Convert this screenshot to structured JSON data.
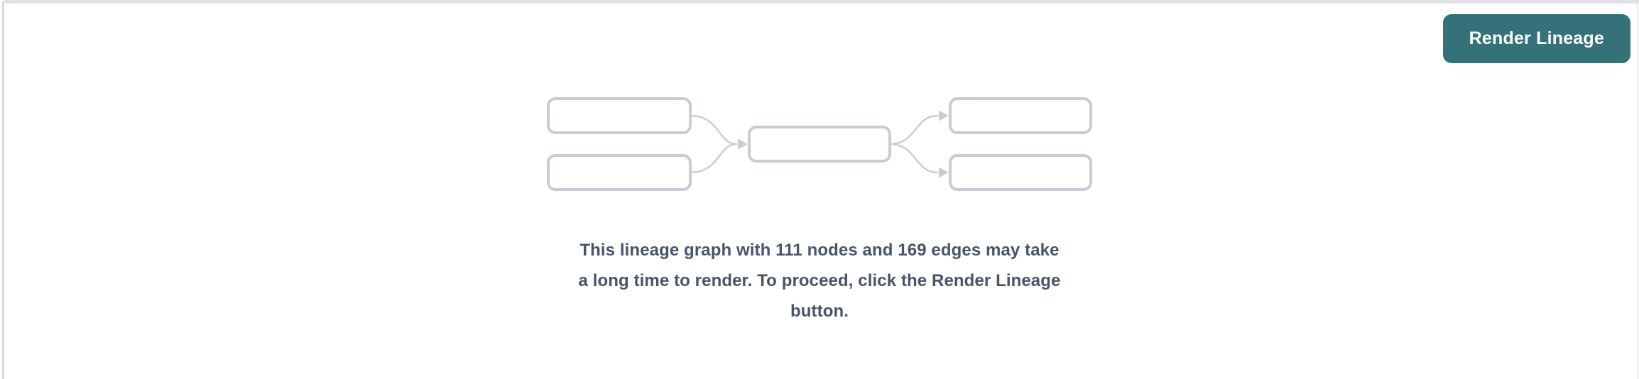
{
  "toolbar": {
    "render_button_label": "Render Lineage"
  },
  "empty_state": {
    "illustration": "lineage-graph-placeholder",
    "node_count": 111,
    "edge_count": 169,
    "message_lines": [
      "This lineage graph with 111 nodes and 169 edges may take",
      "a long time to render. To proceed, click the Render Lineage",
      "button."
    ]
  },
  "colors": {
    "button_bg": "#357178",
    "button_text": "#ffffff",
    "message_text": "#485468",
    "node_border": "#c7ccd5",
    "edge_stroke": "#c9ced6",
    "top_border": "#e0e1e4",
    "side_border": "#dadade",
    "right_border": "#e9e9ed"
  }
}
